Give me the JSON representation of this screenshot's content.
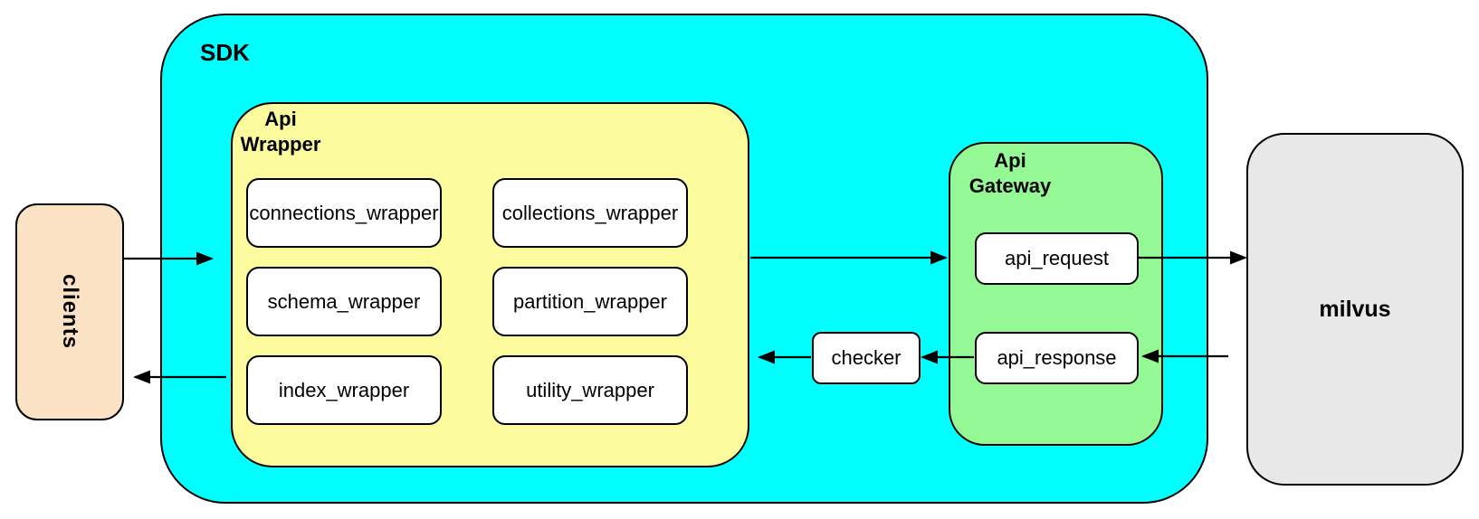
{
  "diagram": {
    "clients": {
      "label": "clients"
    },
    "sdk": {
      "label": "SDK",
      "api_wrapper": {
        "label": "Api\nWrapper",
        "nodes": [
          "connections_wrapper",
          "collections_wrapper",
          "schema_wrapper",
          "partition_wrapper",
          "index_wrapper",
          "utility_wrapper"
        ]
      },
      "checker": {
        "label": "checker"
      },
      "api_gateway": {
        "label": "Api\nGateway",
        "request_label": "api_request",
        "response_label": "api_response"
      }
    },
    "milvus": {
      "label": "milvus"
    }
  },
  "colors": {
    "sdk_fill": "#00FFFF",
    "api_wrapper_fill": "#FBFB9E",
    "api_gateway_fill": "#94F894",
    "clients_fill": "#FBE2C4",
    "milvus_fill": "#E8E8E8",
    "node_fill": "#FFFFFF",
    "border": "#000000"
  }
}
